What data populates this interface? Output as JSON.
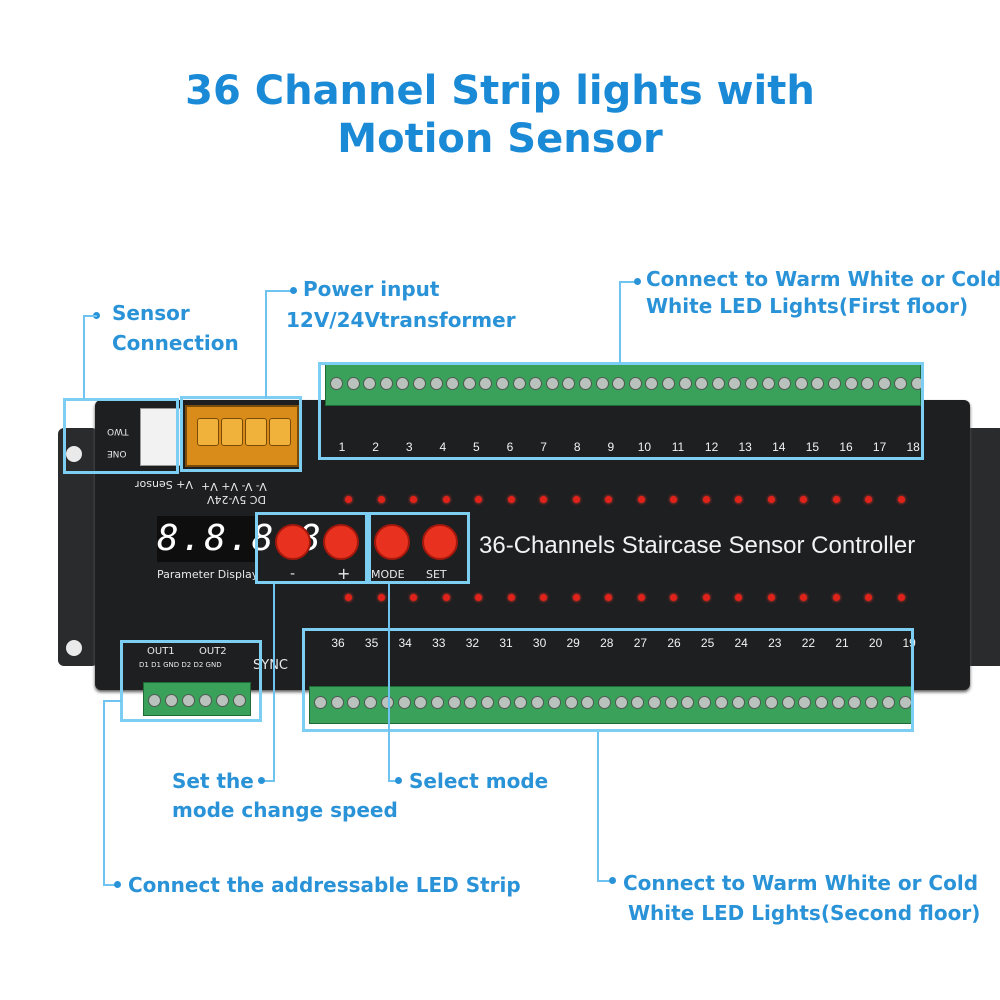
{
  "title": {
    "line1": "36 Channel Strip lights with",
    "line2": "Motion Sensor"
  },
  "annotations": {
    "sensor": "Sensor",
    "sensor2": "Connection",
    "power": "Power input",
    "power2": "12V/24Vtransformer",
    "first_floor": "Connect to Warm White or Cold",
    "first_floor2": "White LED Lights(First floor)",
    "speed": "Set the",
    "speed2": "mode change speed",
    "mode": "Select mode",
    "addressable": "Connect the addressable LED Strip",
    "second_floor": "Connect to Warm White or Cold",
    "second_floor2": "White LED Lights(Second floor)"
  },
  "device": {
    "controller_title": "36-Channels Staircase Sensor Controller",
    "display_value": "8.8.8.8",
    "display_label": "Parameter Display",
    "minus_label": "-",
    "plus_label": "+",
    "mode_label": "MODE",
    "set_label": "SET",
    "two_label": "TWO",
    "one_label": "ONE",
    "sensor_label": "V+ Sensor",
    "power_terminals": "V- V- V+ V+",
    "dc_label": "DC 5V-24V",
    "out1": "OUT1",
    "out2": "OUT2",
    "out_pins": "D1 D1 GND D2 D2 GND",
    "sync": "SYNC",
    "top_channels": [
      "1",
      "2",
      "3",
      "4",
      "5",
      "6",
      "7",
      "8",
      "9",
      "10",
      "11",
      "12",
      "13",
      "14",
      "15",
      "16",
      "17",
      "18"
    ],
    "bottom_channels": [
      "36",
      "35",
      "34",
      "33",
      "32",
      "31",
      "30",
      "29",
      "28",
      "27",
      "26",
      "25",
      "24",
      "23",
      "22",
      "21",
      "20",
      "19"
    ]
  }
}
